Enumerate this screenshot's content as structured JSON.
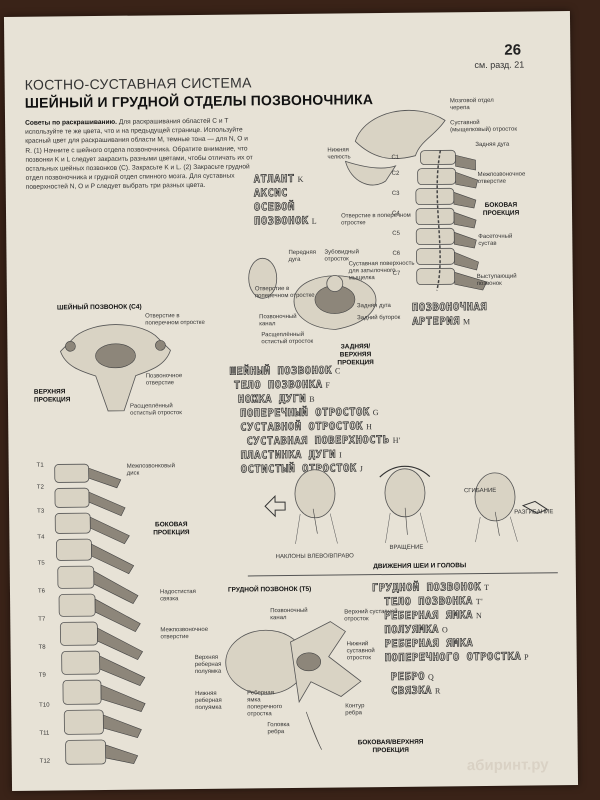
{
  "header": {
    "page_number": "26",
    "cross_ref": "см. разд. 21",
    "system_title": "КОСТНО-СУСТАВНАЯ СИСТЕМА",
    "chapter_title": "ШЕЙНЫЙ И ГРУДНОЙ ОТДЕЛЫ ПОЗВОНОЧНИКА"
  },
  "tips": {
    "heading": "Советы по раскрашиванию.",
    "text": "Для раскрашивания областей C и T используйте те же цвета, что и на предыдущей странице. Используйте красный цвет для раскрашивания области M, темные тона — для N, O и R. (1) Начните с шейного отдела позвоночника. Обратите внимание, что позвонки K и L следует закрасить разными цветами, чтобы отличать их от остальных шейных позвонков (C). Закрасьте K и L. (2) Закрасьте грудной отдел позвоночника и грудной отдел спинного мозга. Для суставных поверхностей N, O и P следует выбрать три разных цвета."
  },
  "upper_terms": [
    {
      "text": "АТЛАНТ",
      "sub": "K"
    },
    {
      "text": "АКСИС",
      "sub": ""
    },
    {
      "text": "ОСЕВОЙ",
      "sub": ""
    },
    {
      "text": "ПОЗВОНОК",
      "sub": "L"
    }
  ],
  "lateral_cervical": {
    "caption": "БОКОВАЯ ПРОЕКЦИЯ",
    "labels": {
      "occipital": "Мозговой отдел черепа",
      "joint": "Суставной (мыщелковый) отросток",
      "mandible": "Нижняя челюсть",
      "intervertebral": "Межпозвоночное отверстие",
      "transverse_foramen": "Отверстие в поперечном отростке",
      "facet": "Фасеточный сустав",
      "spinous": "Выступающий позвонок",
      "posterior_arch": "Задняя дуга"
    },
    "levels": [
      "C1",
      "C2",
      "C3",
      "C4",
      "C5",
      "C6",
      "C7"
    ],
    "artery_term": {
      "text": "ПОЗВОНОЧНАЯ",
      "text2": "АРТЕРИЯ",
      "sub": "M"
    }
  },
  "posterior_view": {
    "caption": "ЗАДНЯЯ/ВЕРХНЯЯ ПРОЕКЦИЯ",
    "labels": {
      "anterior_arch": "Передняя дуга",
      "dens": "Зубовидный отросток",
      "facet_surface": "Суставная поверхность для затылочного мыщелка",
      "transverse_foramen": "Отверстие в поперечном отростке",
      "spinal_canal": "Позвоночный канал",
      "posterior_arch": "Задняя дуга",
      "costal_tubercle": "Задний бугорок",
      "articular_process": "Расщеплённый остистый отросток"
    }
  },
  "c4_view": {
    "title": "ШЕЙНЫЙ ПОЗВОНОК (C4)",
    "caption": "ВЕРХНЯЯ ПРОЕКЦИЯ",
    "labels": {
      "transverse": "Отверстие в поперечном отростке",
      "foramen": "Позвоночное отверстие",
      "spinous": "Расщеплённый остистый отросток"
    }
  },
  "cervical_terms": [
    {
      "text": "ШЕЙНЫЙ ПОЗВОНОК",
      "sub": "C"
    },
    {
      "text": "ТЕЛО ПОЗВОНКА",
      "sub": "F"
    },
    {
      "text": "НОЖКА ДУГИ",
      "sub": "B"
    },
    {
      "text": "ПОПЕРЕЧНЫЙ ОТРОСТОК",
      "sub": "G"
    },
    {
      "text": "СУСТАВНОЙ ОТРОСТОК",
      "sub": "H"
    },
    {
      "text": "СУСТАВНАЯ ПОВЕРХНОСТЬ",
      "sub": "H'"
    },
    {
      "text": "ПЛАСТИНКА ДУГИ",
      "sub": "I"
    },
    {
      "text": "ОСТИСТЫЙ ОТРОСТОК",
      "sub": "J"
    }
  ],
  "movements": {
    "labels": {
      "flexion": "СГИБАНИЕ",
      "extension": "РАЗГИБАНИЕ",
      "tilts": "НАКЛОНЫ ВЛЕВО/ВПРАВО",
      "rotation": "ВРАЩЕНИЕ"
    },
    "caption": "ДВИЖЕНИЯ ШЕИ И ГОЛОВЫ"
  },
  "thoracic_lateral": {
    "levels": [
      "T1",
      "T2",
      "T3",
      "T4",
      "T5",
      "T6",
      "T7",
      "T8",
      "T9",
      "T10",
      "T11",
      "T12"
    ],
    "labels": {
      "disc": "Межпозвонковый диск",
      "ligament": "Надостистая связка",
      "foramen": "Межпозвоночное отверстие"
    },
    "caption": "БОКОВАЯ ПРОЕКЦИЯ"
  },
  "thoracic_vertebra": {
    "title": "ГРУДНОЙ ПОЗВОНОК (T5)",
    "caption": "БОКОВАЯ/ВЕРХНЯЯ ПРОЕКЦИЯ",
    "labels": {
      "canal": "Позвоночный канал",
      "upper_articular": "Верхний суставной отросток",
      "upper_costal": "Верхняя реберная полуямка",
      "lower_costal": "Нижняя реберная полуямка",
      "rib_facet": "Реберная ямка поперечного отростка",
      "lower_articular": "Нижний суставной отросток",
      "rib_head": "Головка ребра",
      "rib_contour": "Контур ребра"
    }
  },
  "thoracic_terms": [
    {
      "text": "ГРУДНОЙ ПОЗВОНОК",
      "sub": "T"
    },
    {
      "text": "ТЕЛО ПОЗВОНКА",
      "sub": "T'"
    },
    {
      "text": "РЕБЕРНАЯ ЯМКА",
      "sub": "N"
    },
    {
      "text": "ПОЛУЯМКА",
      "sub": "O"
    },
    {
      "text": "РЕБЕРНАЯ ЯМКА",
      "sub": ""
    },
    {
      "text": "ПОПЕРЕЧНОГО ОТРОСТКА",
      "sub": "P"
    },
    {
      "text": "РЕБРО",
      "sub": "Q"
    },
    {
      "text": "СВЯЗКА",
      "sub": "R"
    }
  ],
  "watermark": "абиринт.ру"
}
